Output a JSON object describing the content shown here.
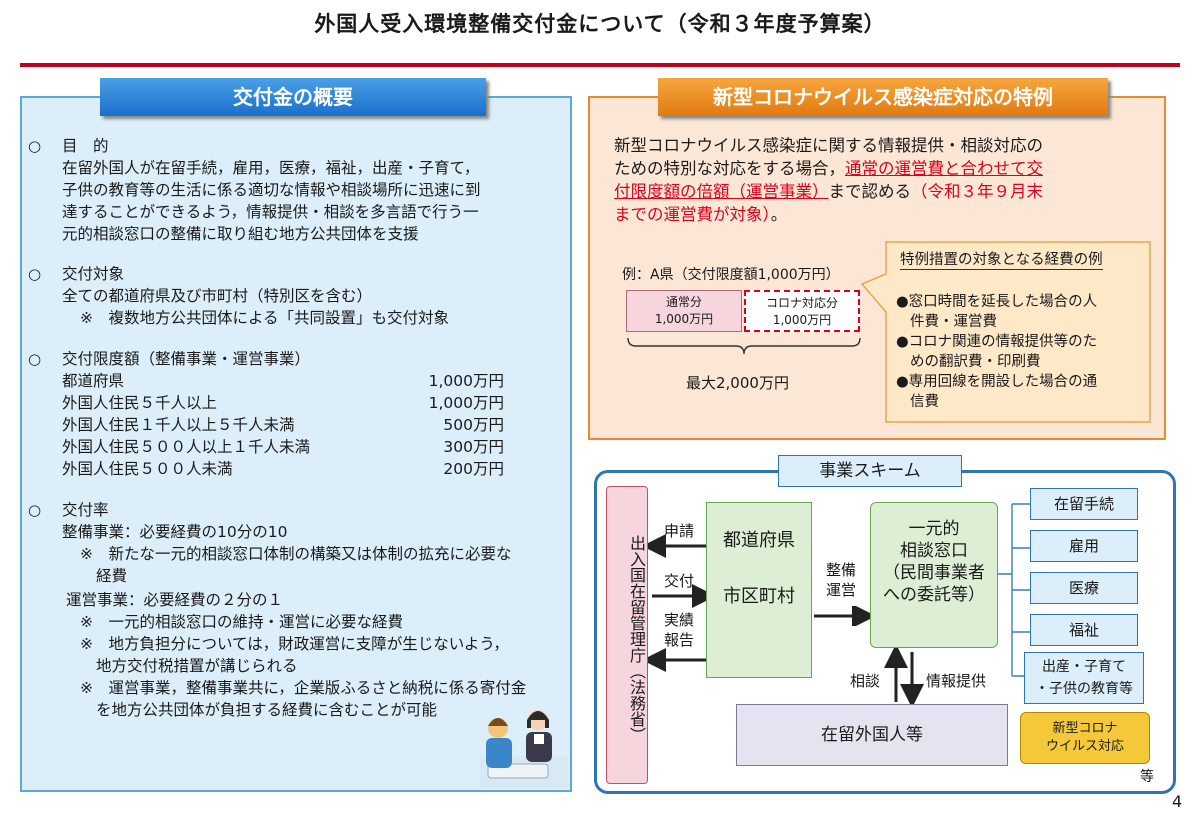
{
  "title": "外国人受入環境整備交付金について（令和３年度予算案）",
  "page_number": "4",
  "left": {
    "header": "交付金の概要",
    "sec1": {
      "bullet": "○",
      "heading": "目　的",
      "lines": [
        "在留外国人が在留手続，雇用，医療，福祉，出産・子育て，",
        "子供の教育等の生活に係る適切な情報や相談場所に迅速に到",
        "達することができるよう，情報提供・相談を多言語で行う一",
        "元的相談窓口の整備に取り組む地方公共団体を支援"
      ]
    },
    "sec2": {
      "bullet": "○",
      "heading": "交付対象",
      "line": "全ての都道府県及び市町村（特別区を含む）",
      "note": "※　複数地方公共団体による「共同設置」も交付対象"
    },
    "sec3": {
      "bullet": "○",
      "heading": "交付限度額（整備事業・運営事業）",
      "rows": [
        {
          "label": "都道府県",
          "amount": "1,000万円"
        },
        {
          "label": "外国人住民５千人以上",
          "amount": "1,000万円"
        },
        {
          "label": "外国人住民１千人以上５千人未満",
          "amount": "500万円"
        },
        {
          "label": "外国人住民５００人以上１千人未満",
          "amount": "300万円"
        },
        {
          "label": "外国人住民５００人未満",
          "amount": "200万円"
        }
      ]
    },
    "sec4": {
      "bullet": "○",
      "heading": "交付率",
      "seibi": "整備事業：必要経費の10分の10",
      "seibi_note1": "※　新たな一元的相談窓口体制の構築又は体制の拡充に必要な",
      "seibi_note2": "経費",
      "unei": "運営事業：必要経費の２分の１",
      "unei_note1": "※　一元的相談窓口の維持・運営に必要な経費",
      "unei_note2a": "※　地方負担分については，財政運営に支障が生じないよう，",
      "unei_note2b": "地方交付税措置が講じられる",
      "unei_note3a": "※　運営事業，整備事業共に，企業版ふるさと納税に係る寄付金",
      "unei_note3b": "を地方公共団体が負担する経費に含むことが可能"
    }
  },
  "right": {
    "header": "新型コロナウイルス感染症対応の特例",
    "para_l1": "新型コロナウイルス感染症に関する情報提供・相談対応の",
    "para_l2a": "ための特別な対応をする場合，",
    "para_l2b": "通常の運営費と合わせて交",
    "para_l3a": "付限度額の倍額（運営事業）",
    "para_l3b": "まで認める",
    "para_l3c": "（令和３年９月末",
    "para_l4a": "までの運営費が対象）",
    "para_l4b": "。",
    "example_label": "例：A県（交付限度額1,000万円）",
    "normal_label": "通常分",
    "normal_amount": "1,000万円",
    "corona_label": "コロナ対応分",
    "corona_amount": "1,000万円",
    "max_label": "最大2,000万円",
    "callout_title": "特例措置の対象となる経費の例",
    "callout_items": [
      [
        "●窓口時間を延長した場合の人",
        "件費・運営費"
      ],
      [
        "●コロナ関連の情報提供等のた",
        "めの翻訳費・印刷費"
      ],
      [
        "●専用回線を開設した場合の通",
        "信費"
      ]
    ]
  },
  "scheme": {
    "header": "事業スキーム",
    "immigration": "出入国在留管理庁",
    "immigration_sub": "（法務省）",
    "arrow_apply": "申請",
    "arrow_grant": "交付",
    "arrow_report": "実績報告",
    "prefecture": "都道府県",
    "municipality": "市区町村",
    "arrow_setup": "整備運営",
    "center_l1": "一元的",
    "center_l2": "相談窓口",
    "center_l3": "（民間事業者",
    "center_l4": "への委託等）",
    "consult": "相談",
    "info": "情報提供",
    "residents": "在留外国人等",
    "services": [
      "在留手続",
      "雇用",
      "医療",
      "福祉"
    ],
    "service_child_l1": "出産・子育て",
    "service_child_l2": "・子供の教育等",
    "service_corona_l1": "新型コロナ",
    "service_corona_l2": "ウイルス対応",
    "etc": "等"
  },
  "colors": {
    "title_rule": "#c0001b",
    "left_header": "#1a6fcc",
    "right_header": "#e07a10",
    "emphasis_red": "#e0001b",
    "scheme_border": "#2f75b5"
  }
}
